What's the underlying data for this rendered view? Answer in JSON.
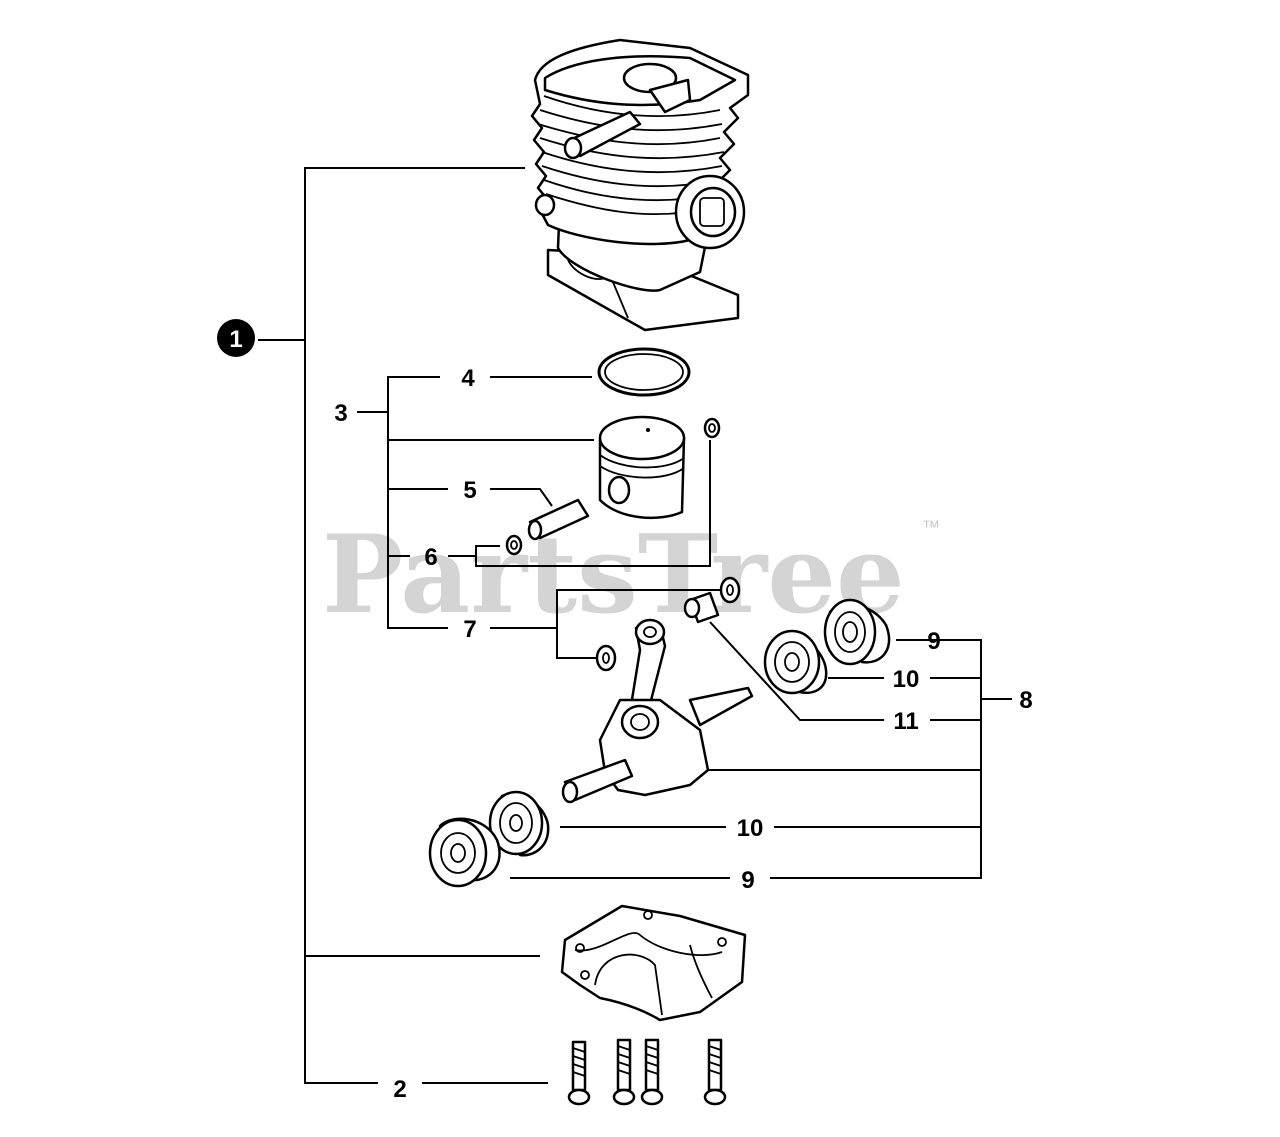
{
  "watermark": {
    "text": "PartsTree",
    "trademark": "™"
  },
  "callouts": {
    "main_assembly": "1",
    "bolts": "2",
    "piston_assembly": "3",
    "piston_ring": "4",
    "piston_pin": "5",
    "circlip": "6",
    "washer": "7",
    "crankshaft_assembly": "8",
    "oil_seal_upper": "9",
    "bearing_upper": "10",
    "needle_bearing": "11",
    "bearing_lower": "10",
    "oil_seal_lower": "9"
  }
}
